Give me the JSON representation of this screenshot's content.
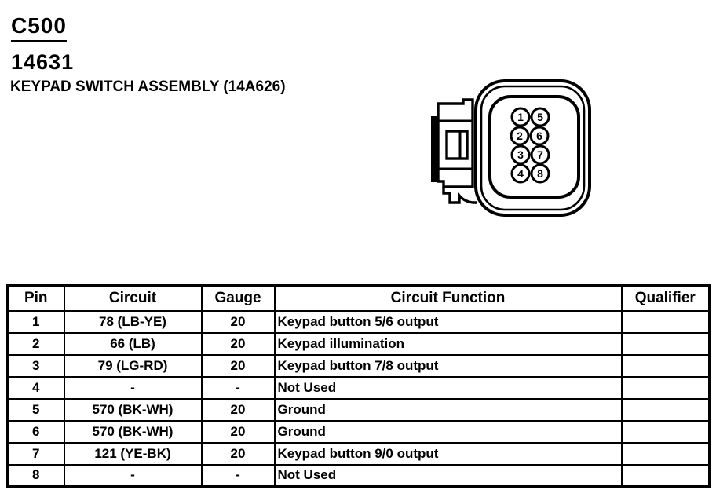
{
  "page": {
    "connector_id": "C500",
    "part_number": "14631",
    "part_name": "KEYPAD SWITCH ASSEMBLY (14A626)"
  },
  "connector": {
    "pins": [
      "1",
      "2",
      "3",
      "4",
      "5",
      "6",
      "7",
      "8"
    ]
  },
  "table": {
    "headers": {
      "pin": "Pin",
      "circuit": "Circuit",
      "gauge": "Gauge",
      "function": "Circuit Function",
      "qualifier": "Qualifier"
    },
    "rows": [
      {
        "pin": "1",
        "circuit": "78 (LB-YE)",
        "gauge": "20",
        "function": "Keypad button 5/6 output",
        "qualifier": ""
      },
      {
        "pin": "2",
        "circuit": "66 (LB)",
        "gauge": "20",
        "function": "Keypad illumination",
        "qualifier": ""
      },
      {
        "pin": "3",
        "circuit": "79 (LG-RD)",
        "gauge": "20",
        "function": "Keypad button 7/8 output",
        "qualifier": ""
      },
      {
        "pin": "4",
        "circuit": "-",
        "gauge": "-",
        "function": "Not Used",
        "qualifier": ""
      },
      {
        "pin": "5",
        "circuit": "570 (BK-WH)",
        "gauge": "20",
        "function": "Ground",
        "qualifier": ""
      },
      {
        "pin": "6",
        "circuit": "570 (BK-WH)",
        "gauge": "20",
        "function": "Ground",
        "qualifier": ""
      },
      {
        "pin": "7",
        "circuit": "121 (YE-BK)",
        "gauge": "20",
        "function": "Keypad button 9/0 output",
        "qualifier": ""
      },
      {
        "pin": "8",
        "circuit": "-",
        "gauge": "-",
        "function": "Not Used",
        "qualifier": ""
      }
    ]
  },
  "colors": {
    "ink": "#000000",
    "paper": "#ffffff"
  }
}
